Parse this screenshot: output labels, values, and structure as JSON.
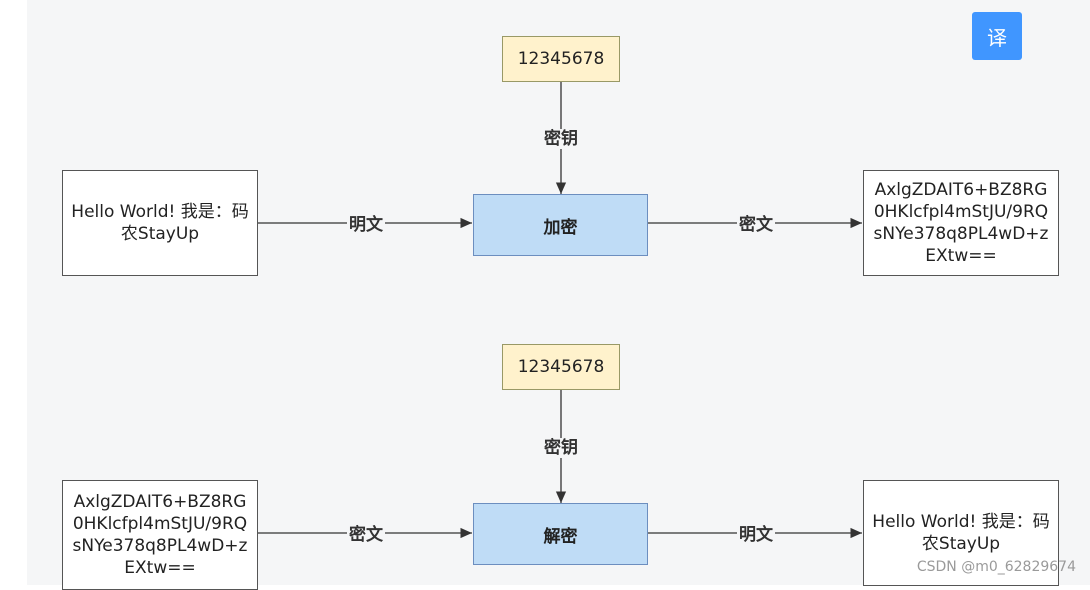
{
  "translate_button": "译",
  "watermark": "CSDN @m0_62829674",
  "encrypt": {
    "key": "12345678",
    "key_label": "密钥",
    "input_text": "Hello World! 我是：码农StayUp",
    "input_label": "明文",
    "process": "加密",
    "output_label": "密文",
    "output_text": "AxlgZDAIT6+BZ8RG0HKlcfpl4mStJU/9RQsNYe378q8PL4wD+zEXtw=="
  },
  "decrypt": {
    "key": "12345678",
    "key_label": "密钥",
    "input_text": "AxlgZDAIT6+BZ8RG0HKlcfpl4mStJU/9RQsNYe378q8PL4wD+zEXtw==",
    "input_label": "密文",
    "process": "解密",
    "output_label": "明文",
    "output_text": "Hello World! 我是：码农StayUp"
  }
}
